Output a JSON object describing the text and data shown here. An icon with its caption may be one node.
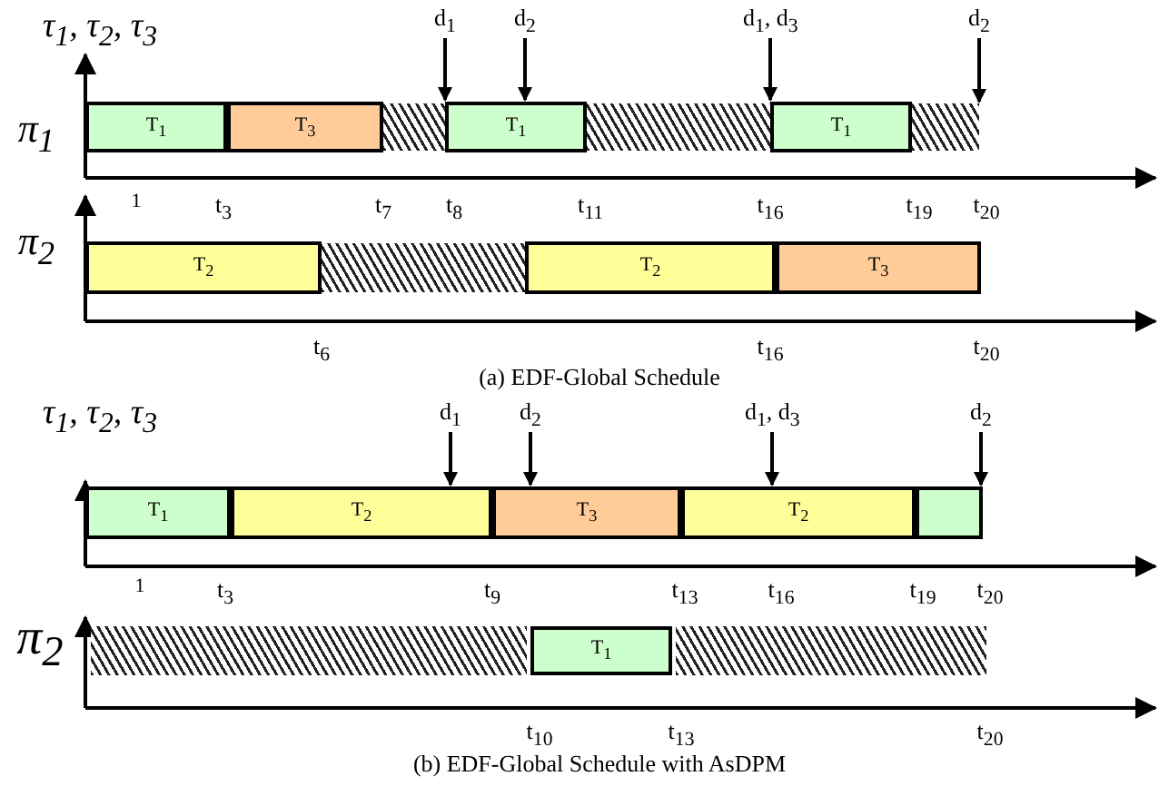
{
  "diagram": {
    "nodes": [
      {
        "text": [
          "T$_{1}$"
        ]
      },
      {
        "text": [
          "T$_{3}$"
        ]
      },
      {
        "text": [],
        "shape": "bar"
      },
      {
        "text": [
          "T$_{1}$"
        ]
      },
      {
        "text": [],
        "shape": "bar"
      },
      {
        "text": [
          "T$_{1}$"
        ]
      },
      {
        "text": [],
        "shape": "bar"
      },
      {
        "text": [
          "T$_{2}$"
        ]
      },
      {
        "text": [],
        "shape": "bar"
      },
      {
        "text": [
          "T$_{2}$"
        ]
      },
      {
        "text": [
          "T$_{3}$"
        ]
      },
      {
        "text": [
          "T$_{1}$"
        ]
      },
      {
        "text": [
          "T$_{2}$"
        ]
      },
      {
        "text": [
          "T$_{3}$"
        ]
      },
      {
        "text": [
          "T$_{2}$"
        ]
      },
      {
        "text": [],
        "shape": "bar"
      },
      {
        "text": [],
        "shape": "bar"
      },
      {
        "text": [
          "T$_{1}$"
        ]
      },
      {
        "text": [],
        "shape": "bar"
      },
      {
        "text": [
          "d$_{1}$"
        ]
      },
      {
        "text": [
          "d$_{2}$"
        ]
      },
      {
        "text": [
          "d$_{1}$, d$_{3}$"
        ]
      },
      {
        "text": [
          "d$_{2}$"
        ]
      },
      {
        "text": [
          "d$_{1}$"
        ]
      },
      {
        "text": [
          "d$_{2}$"
        ]
      },
      {
        "text": [
          "d$_{1}$, d$_{3}$"
        ]
      },
      {
        "text": [
          "d$_{2}$"
        ]
      }
    ],
    "edges": [
      {
        "from": 19,
        "to": 3,
        "arrow": "to"
      },
      {
        "from": 20,
        "to": 3,
        "arrow": "to"
      },
      {
        "from": 21,
        "to": 5,
        "arrow": "to"
      },
      {
        "from": 22,
        "to": 6,
        "arrow": "to"
      },
      {
        "from": 23,
        "to": 12,
        "arrow": "to"
      },
      {
        "from": 24,
        "to": 13,
        "arrow": "to"
      },
      {
        "from": 25,
        "to": 14,
        "arrow": "to"
      },
      {
        "from": 26,
        "to": 15,
        "arrow": "to"
      }
    ],
    "labels": [
      "τ$_{1}$, τ$_{2}$, τ$_{3}$",
      "π$_{1}$",
      "1",
      "t$_{3}$",
      "t$_{7}$",
      "t$_{8}$",
      "t$_{11}$",
      "t$_{16}$",
      "t$_{19}$",
      "t$_{20}$",
      "π$_{2}$",
      "t$_{6}$",
      "t$_{16}$",
      "t$_{20}$",
      "(a) EDF-Global Schedule",
      "τ$_{1}$, τ$_{2}$, τ$_{3}$",
      "1",
      "t$_{3}$",
      "t$_{9}$",
      "t$_{13}$",
      "t$_{16}$",
      "t$_{19}$",
      "t$_{20}$",
      "π$_{2}$",
      "t$_{10}$",
      "t$_{13}$",
      "t$_{20}$",
      "(b) EDF-Global Schedule with AsDPM"
    ]
  }
}
